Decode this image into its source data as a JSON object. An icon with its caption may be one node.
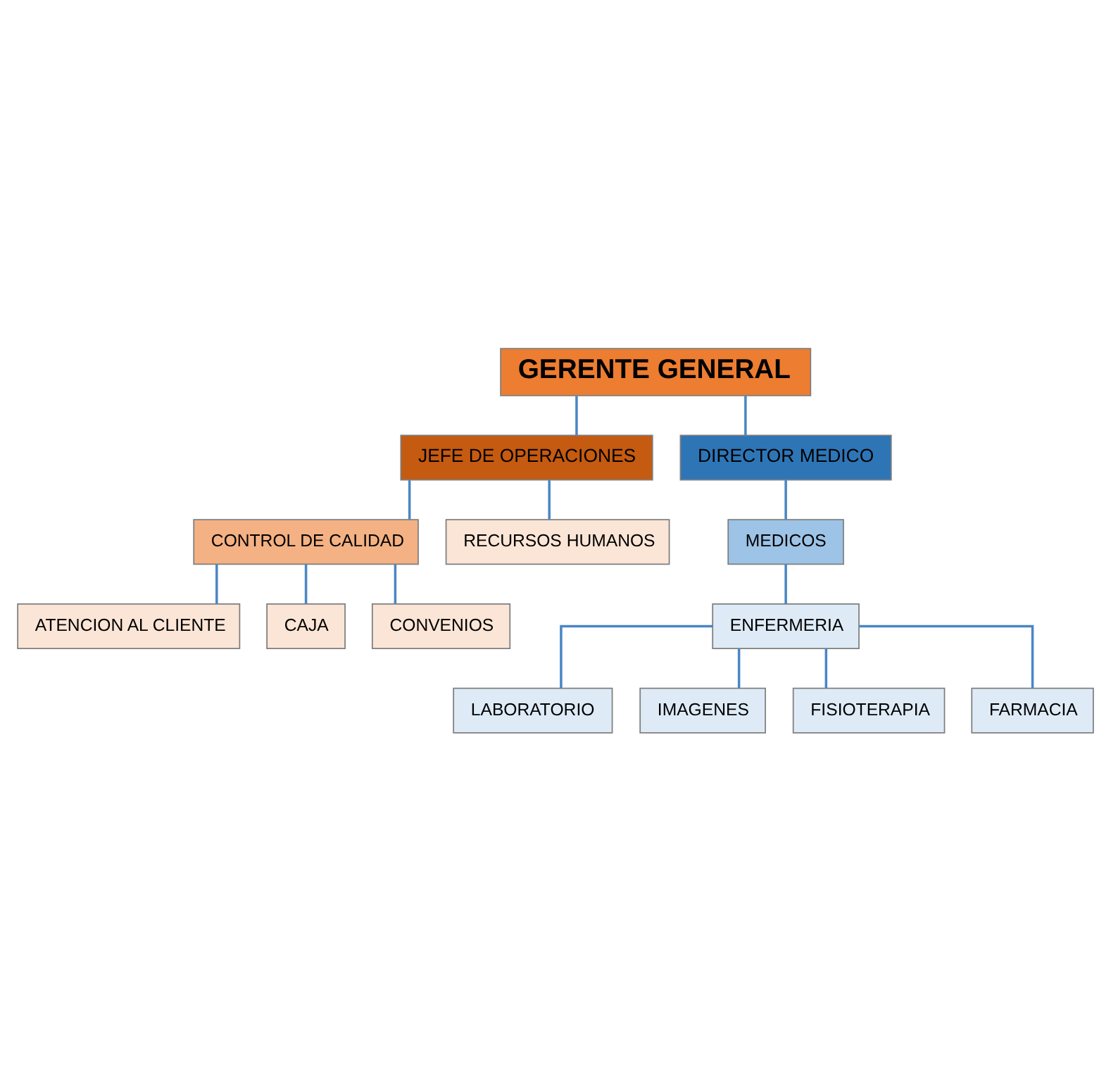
{
  "diagram": {
    "nodes": [
      {
        "text": [
          "GERENTE GENERAL"
        ]
      },
      {
        "text": [
          "JEFE DE OPERACIONES"
        ]
      },
      {
        "text": [
          "DIRECTOR MEDICO"
        ]
      },
      {
        "text": [
          "CONTROL DE CALIDAD"
        ]
      },
      {
        "text": [
          "RECURSOS HUMANOS"
        ]
      },
      {
        "text": [
          "ATENCION AL CLIENTE"
        ]
      },
      {
        "text": [
          "CAJA"
        ]
      },
      {
        "text": [
          "CONVENIOS"
        ]
      },
      {
        "text": [
          "MEDICOS"
        ]
      },
      {
        "text": [
          "ENFERMERIA"
        ]
      },
      {
        "text": [
          "LABORATORIO"
        ]
      },
      {
        "text": [
          "IMAGENES"
        ]
      },
      {
        "text": [
          "FISIOTERAPIA"
        ]
      },
      {
        "text": [
          "FARMACIA"
        ]
      }
    ],
    "edges": [
      {
        "from": 0,
        "to": 1,
        "arrow": "none"
      },
      {
        "from": 0,
        "to": 2,
        "arrow": "none"
      },
      {
        "from": 1,
        "to": 3,
        "arrow": "none"
      },
      {
        "from": 1,
        "to": 4,
        "arrow": "none"
      },
      {
        "from": 3,
        "to": 5,
        "arrow": "none"
      },
      {
        "from": 3,
        "to": 6,
        "arrow": "none"
      },
      {
        "from": 3,
        "to": 7,
        "arrow": "none"
      },
      {
        "from": 2,
        "to": 8,
        "arrow": "none"
      },
      {
        "from": 8,
        "to": 9,
        "arrow": "none"
      },
      {
        "from": 9,
        "to": 10,
        "arrow": "none"
      },
      {
        "from": 9,
        "to": 11,
        "arrow": "none"
      },
      {
        "from": 9,
        "to": 12,
        "arrow": "none"
      },
      {
        "from": 9,
        "to": 13,
        "arrow": "none"
      }
    ]
  }
}
